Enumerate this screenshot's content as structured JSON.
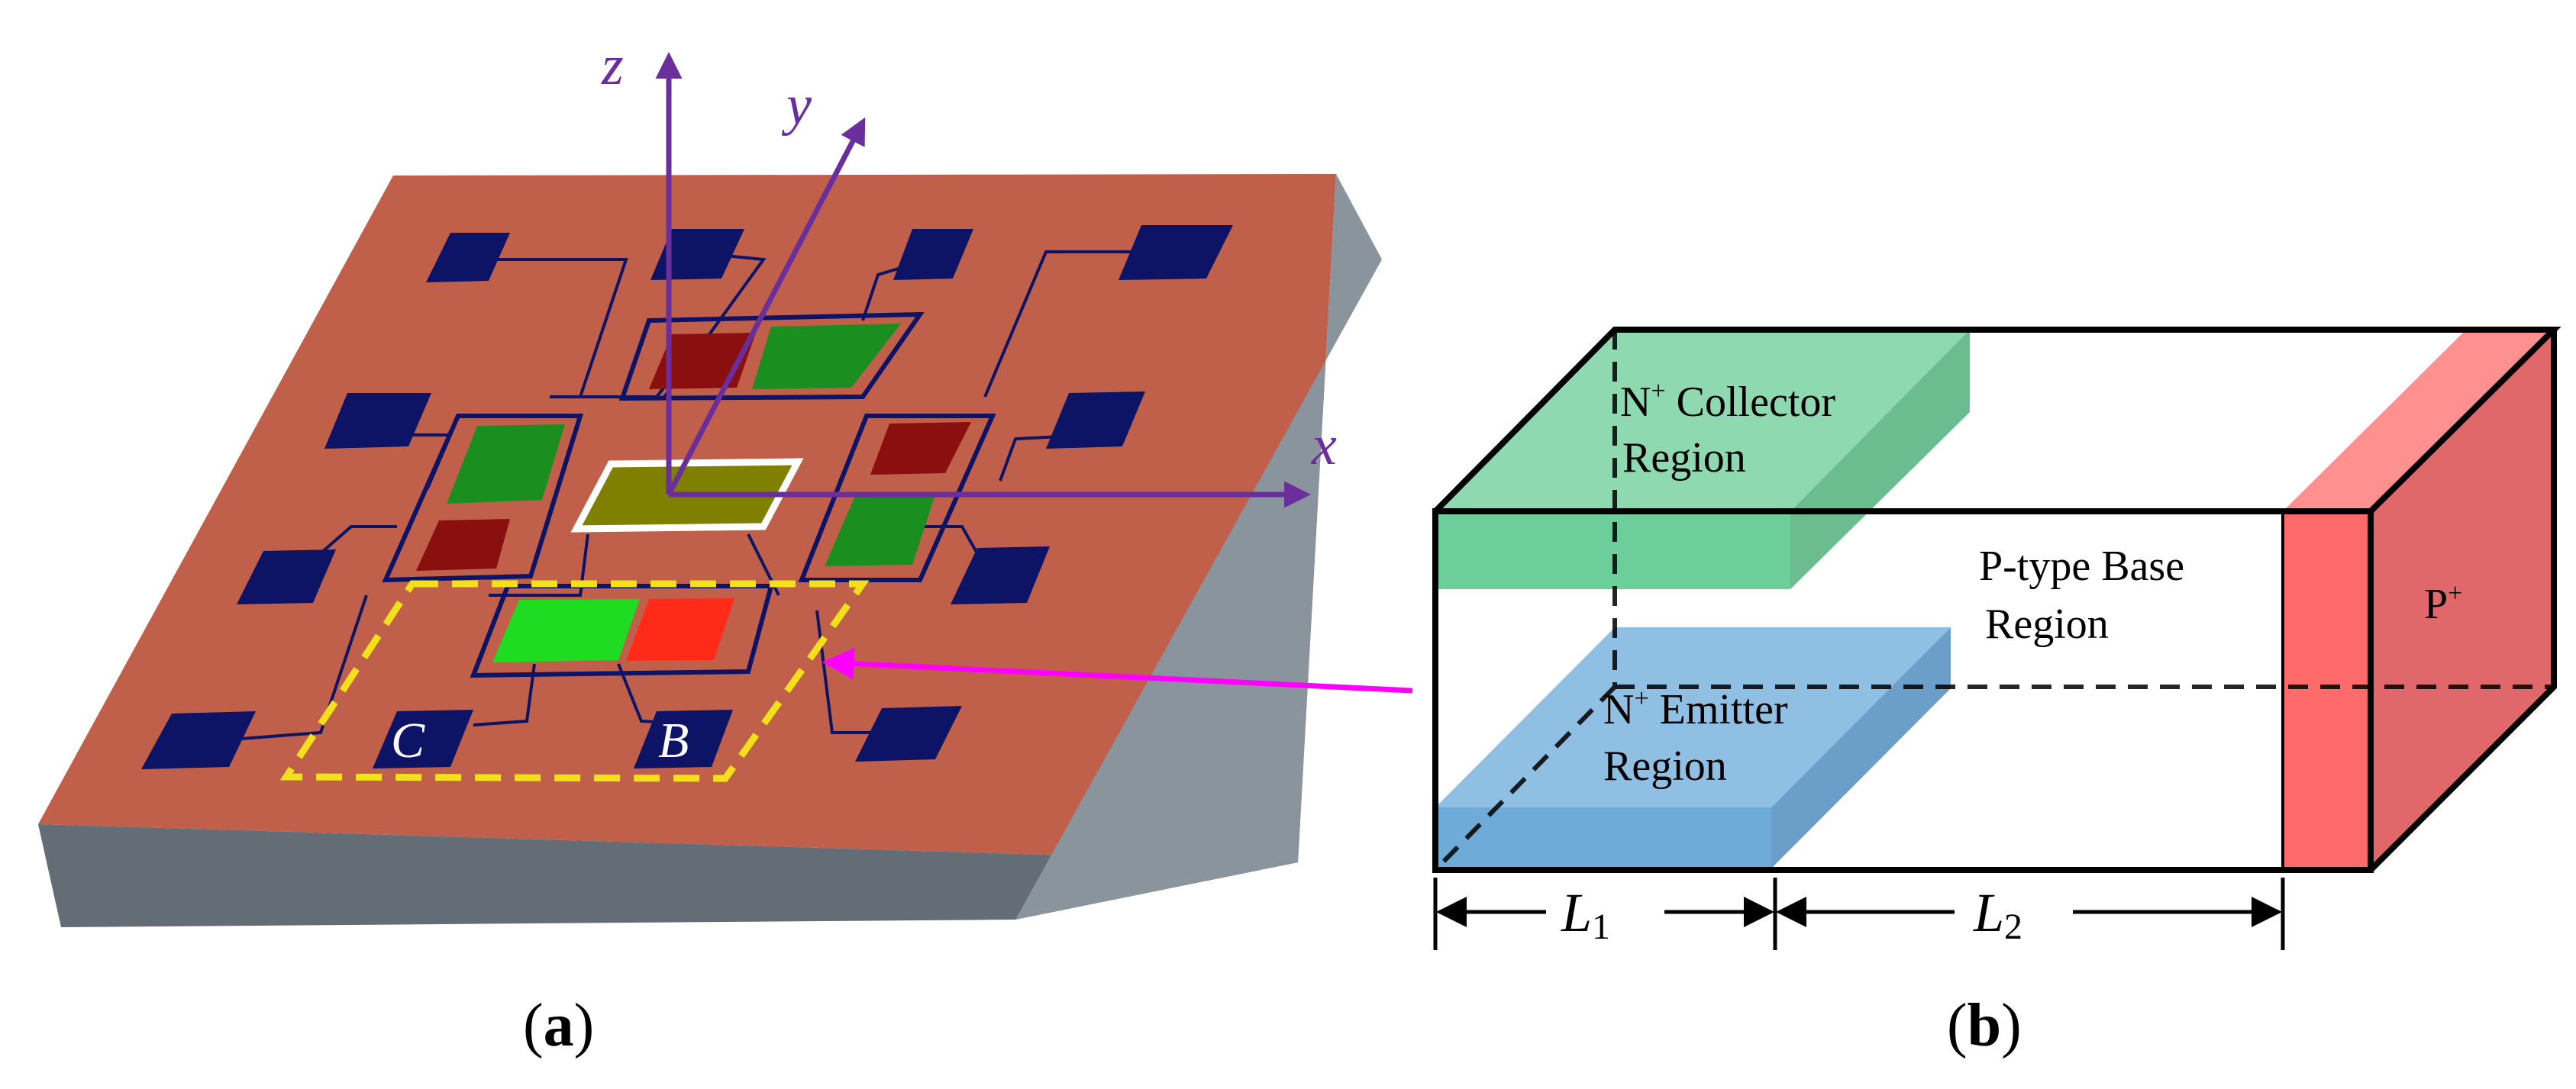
{
  "panel_a": {
    "caption_open": "(",
    "caption_letter": "a",
    "caption_close": ")",
    "axes": {
      "z": "z",
      "y": "y",
      "x": "x"
    },
    "pad_labels": {
      "c": "C",
      "b": "B"
    },
    "colors": {
      "substrate_top": "#c0604a",
      "substrate_front": "#646c76",
      "substrate_side": "#8a949c",
      "pad": "#0d1466",
      "axis": "#6a2f9c",
      "dashed_box": "#f2e11a",
      "arrow": "#ff00ff",
      "green": "#1a8f1f",
      "dark_red": "#8a0f0f",
      "bright_green": "#1fdc23",
      "bright_red": "#ff2a18",
      "center_fill": "#808000"
    }
  },
  "panel_b": {
    "caption_open": "(",
    "caption_letter": "b",
    "caption_close": ")",
    "collector": {
      "line1_sup": "+",
      "line1_rest": " Collector",
      "line1_N": "N",
      "line2": "Region"
    },
    "emitter": {
      "line1_N": "N",
      "line1_sup": "+",
      "line1_rest": " Emitter",
      "line2": "Region"
    },
    "base": {
      "line1": "P-type Base",
      "line2": "Region"
    },
    "pplus": {
      "main": "P",
      "sup": "+"
    },
    "dims": {
      "l1_main": "L",
      "l1_sub": "1",
      "l2_main": "L",
      "l2_sub": "2"
    },
    "colors": {
      "collector_top": "#8ed9b0",
      "collector_front": "#6ccf9b",
      "collector_side": "#6bbd8f",
      "emitter_top": "#8fc0e3",
      "emitter_front": "#6eabd9",
      "emitter_side": "#6b9fc9",
      "pplus_front": "#ff6b6b",
      "pplus_side": "#e0676a",
      "pplus_top": "#ff9090"
    }
  }
}
